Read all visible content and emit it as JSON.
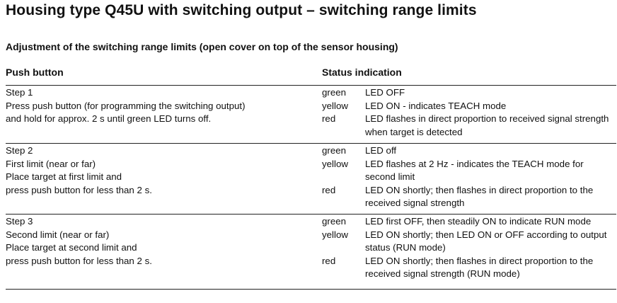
{
  "title": "Housing type Q45U with switching output – switching range limits",
  "subtitle": "Adjustment of the switching range limits (open cover on top of the sensor housing)",
  "headers": {
    "push_button": "Push button",
    "status_indication": "Status indication"
  },
  "steps": [
    {
      "left": [
        "Step 1",
        "Press push button (for programming the switching output)",
        "and hold  for approx. 2 s until green LED turns off."
      ],
      "status": [
        {
          "color": "green",
          "text": "LED OFF"
        },
        {
          "color": "yellow",
          "text": "LED ON - indicates TEACH mode"
        },
        {
          "color": "red",
          "text": "LED flashes in direct proportion to received signal strength when target is detected"
        }
      ]
    },
    {
      "left": [
        "Step 2",
        "First limit (near or far)",
        "Place target at first limit and",
        "press push button for less than 2 s."
      ],
      "status": [
        {
          "color": "green",
          "text": "LED off"
        },
        {
          "color": "yellow",
          "text": "LED flashes at 2 Hz - indicates the TEACH mode for second limit"
        },
        {
          "color": "red",
          "text": "LED ON shortly; then flashes in direct proportion to the received signal strength"
        }
      ]
    },
    {
      "left": [
        "Step 3",
        "Second limit (near or far)",
        "Place target at second limit and",
        "press push button for less than 2 s."
      ],
      "status": [
        {
          "color": "green",
          "text": "LED first OFF, then steadily ON to indicate RUN mode"
        },
        {
          "color": "yellow",
          "text": "LED ON shortly; then LED ON or OFF according to output status (RUN mode)"
        },
        {
          "color": "red",
          "text": "LED ON shortly; then flashes in direct proportion to the received signal strength (RUN mode)"
        }
      ]
    }
  ]
}
